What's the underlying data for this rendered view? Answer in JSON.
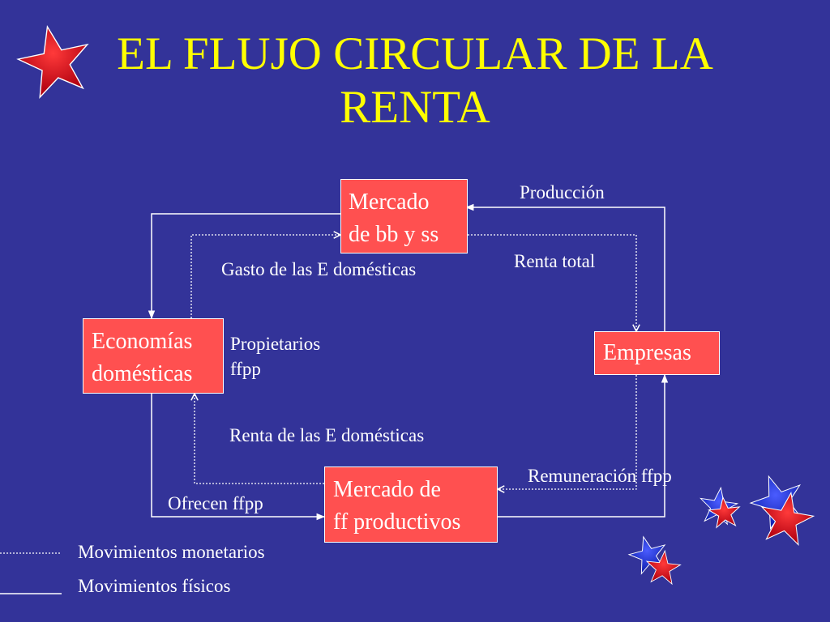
{
  "title": {
    "line1": "EL FLUJO CIRCULAR DE LA",
    "line2": "RENTA"
  },
  "nodes": {
    "mercado_bbss": {
      "line1": "Mercado",
      "line2": "de bb y ss"
    },
    "economias": {
      "line1": "Economías",
      "line2": "domésticas"
    },
    "empresas": {
      "line1": "Empresas"
    },
    "mercado_ff": {
      "line1": "Mercado de",
      "line2": "ff productivos"
    }
  },
  "labels": {
    "produccion": "Producción",
    "gasto": "Gasto de las E domésticas",
    "renta_total": "Renta total",
    "propietarios_1": "Propietarios",
    "propietarios_2": "ffpp",
    "renta_domesticas": "Renta de las E domésticas",
    "remuneracion": "Remuneración ffpp",
    "ofrecen": "Ofrecen ffpp"
  },
  "legend": {
    "monetary": "Movimientos monetarios",
    "physical": "Movimientos físicos"
  },
  "colors": {
    "background": "#333399",
    "title": "#ffff00",
    "box_fill": "#ff5050",
    "text": "#ffffff",
    "star_red": "#e8101c",
    "star_blue": "#2233dd"
  },
  "icons": [
    "star-icon"
  ]
}
